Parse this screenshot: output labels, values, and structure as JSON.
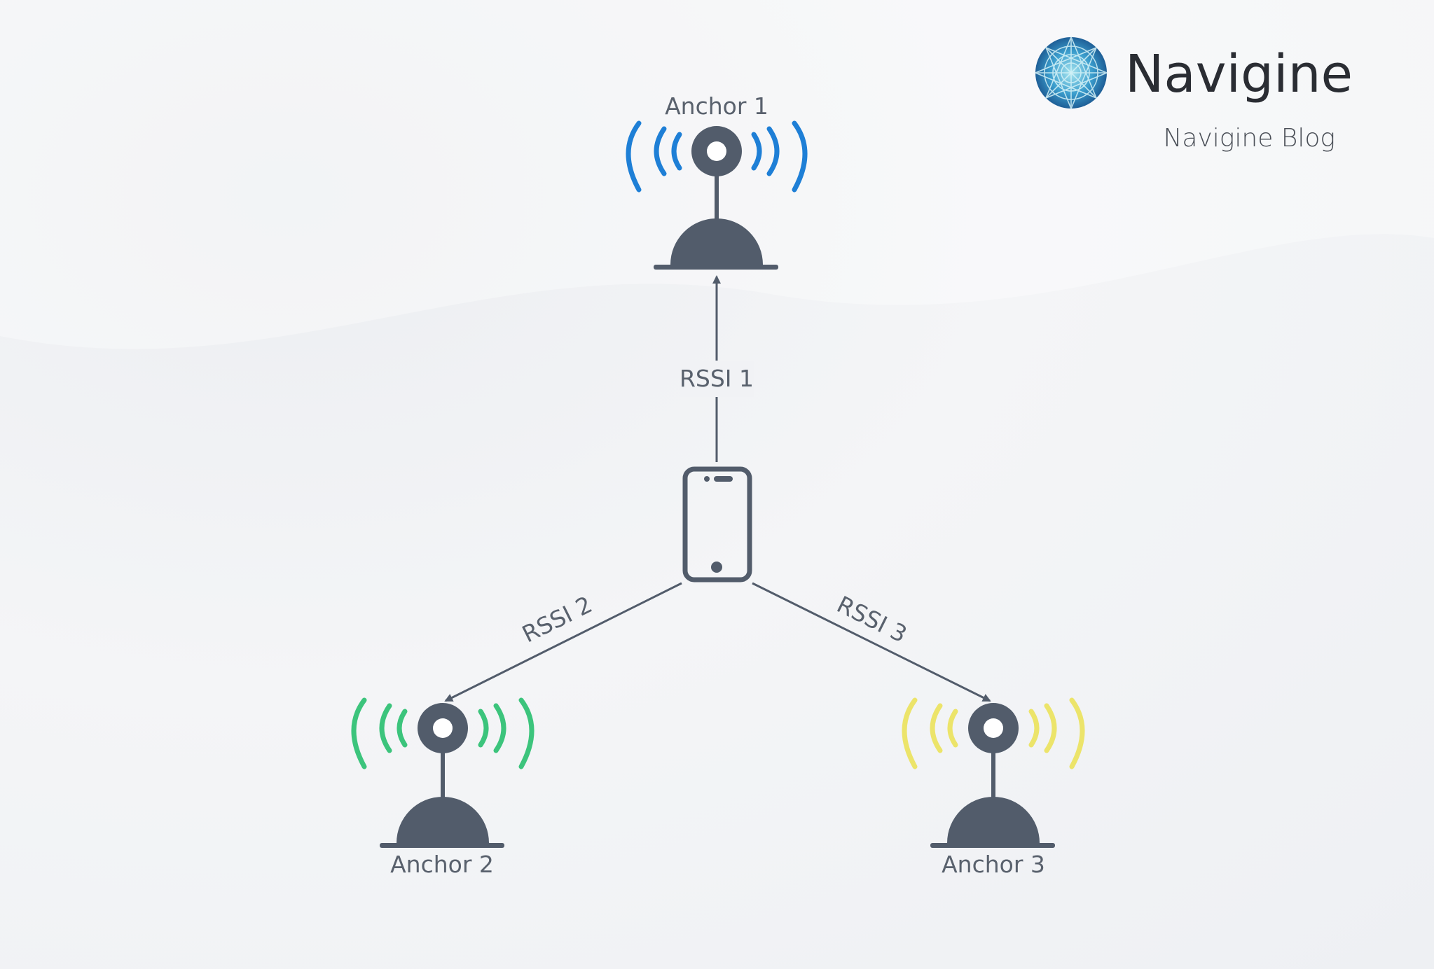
{
  "brand": {
    "name": "Navigine",
    "tagline": "Navigine Blog"
  },
  "device": {
    "icon": "smartphone-icon"
  },
  "anchors": [
    {
      "label": "Anchor 1",
      "wave_color": "#1e7fd6",
      "icon": "beacon-icon"
    },
    {
      "label": "Anchor 2",
      "wave_color": "#3cc47c",
      "icon": "beacon-icon"
    },
    {
      "label": "Anchor 3",
      "wave_color": "#ece46a",
      "icon": "beacon-icon"
    }
  ],
  "links": [
    {
      "label": "RSSI 1",
      "from": "phone",
      "to": "Anchor 1"
    },
    {
      "label": "RSSI 2",
      "from": "phone",
      "to": "Anchor 2"
    },
    {
      "label": "RSSI 3",
      "from": "phone",
      "to": "Anchor 3"
    }
  ],
  "colors": {
    "icon_fill": "#525c6b",
    "line": "#525c6b",
    "text": "#59616d",
    "logo_primary": "#2f88c2"
  }
}
